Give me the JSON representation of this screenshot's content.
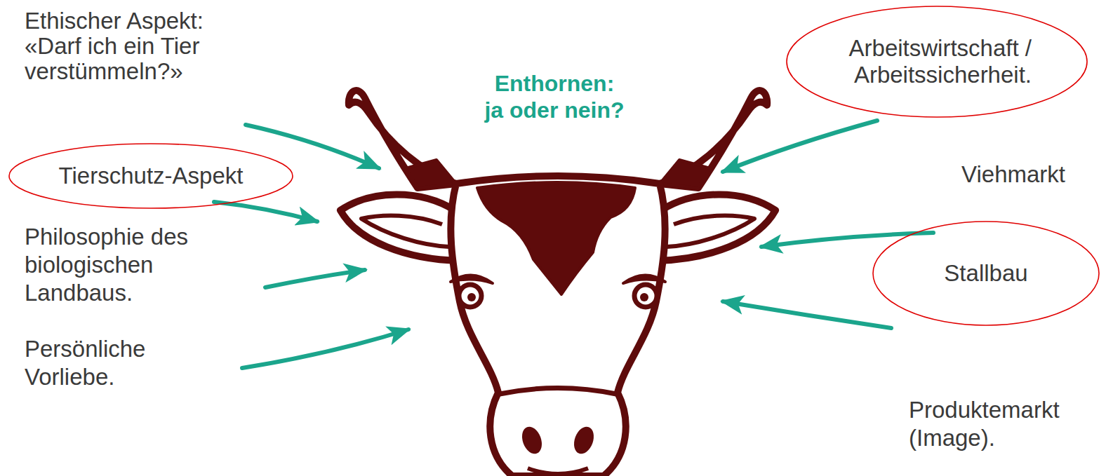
{
  "diagram": {
    "title": "Enthornen: ja oder nein?",
    "nodes": [
      {
        "text": [
          "Tierschutz-Aspekt"
        ]
      },
      {
        "text": [
          "Arbeitswirtschaft / Arbeitssicherheit."
        ]
      },
      {
        "text": [
          "Stallbau"
        ]
      }
    ],
    "labels": [
      "Ethischer Aspekt: «Darf ich ein Tier verstümmeln?»",
      "Philosophie des biologischen Landbaus.",
      "Persönliche Vorliebe.",
      "Viehmarkt",
      "Produktemarkt (Image)."
    ]
  }
}
